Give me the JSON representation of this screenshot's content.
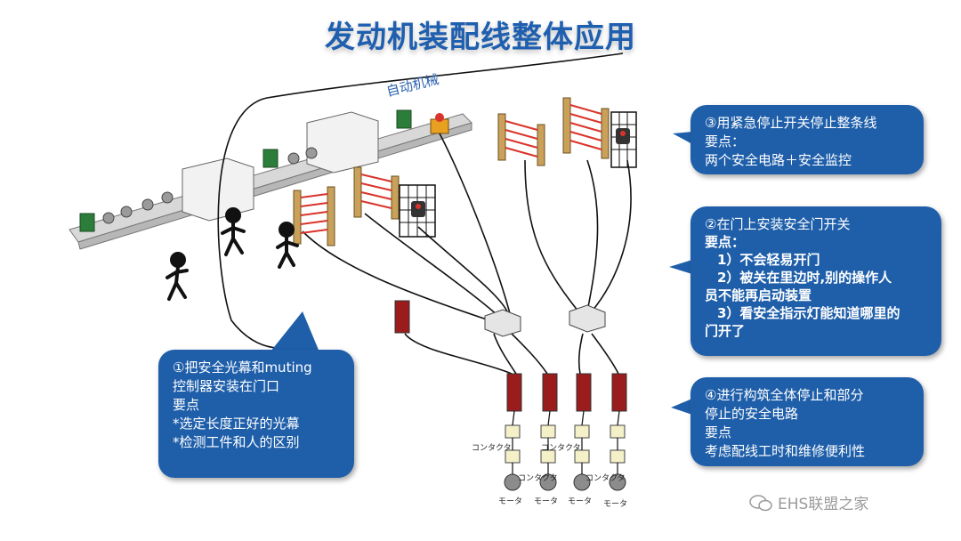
{
  "title": "发动机装配线整体应用",
  "labels": {
    "auto_machine": "自动机械",
    "contactor": "コンタクタ",
    "motor": "モータ"
  },
  "callouts": [
    {
      "id": "callout-1",
      "lines": [
        "①把安全光幕和muting",
        "控制器安装在门口",
        "要点",
        "*选定长度正好的光幕",
        "*检测工件和人的区别"
      ]
    },
    {
      "id": "callout-2",
      "lines": [
        "②在门上安装安全门开关",
        "要点：",
        "1）不会轻易开门",
        "2）被关在里边时,别的操作人",
        "员不能再启动装置",
        "3）看安全指示灯能知道哪里的",
        "门开了"
      ]
    },
    {
      "id": "callout-3",
      "lines": [
        "③用紧急停止开关停止整条线",
        "要点：",
        "两个安全电路＋安全监控"
      ]
    },
    {
      "id": "callout-4",
      "lines": [
        "④进行构筑全体停止和部分",
        "停止的安全电路",
        "要点",
        "考虑配线工时和维修便利性"
      ]
    }
  ],
  "watermark": "EHS联盟之家",
  "colors": {
    "callout_bg": "#1f5faa",
    "title": "#1f5fb0",
    "curtain": "#c9a15a",
    "curtain_beam": "#d9342b",
    "controller": "#9b1c1c"
  }
}
